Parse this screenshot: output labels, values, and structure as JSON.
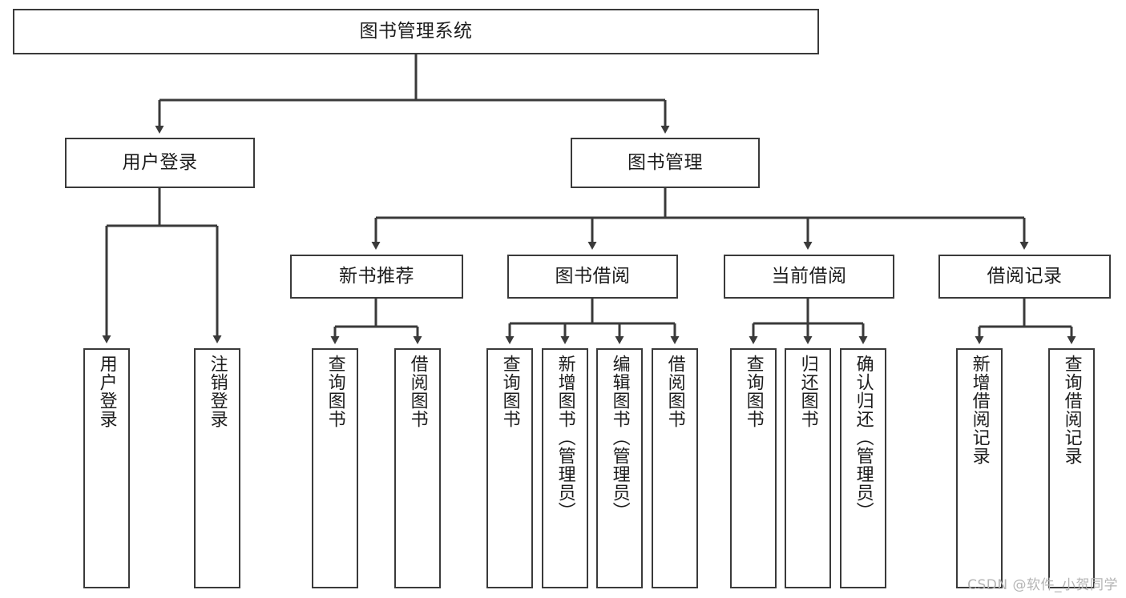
{
  "diagram": {
    "type": "tree-hierarchy",
    "title": "图书管理系统",
    "background_color": "#ffffff",
    "line_color": "#3a3a3a",
    "text_color": "#1d1d1d",
    "root": {
      "label": "图书管理系统"
    },
    "level1": [
      {
        "label": "用户登录"
      },
      {
        "label": "图书管理"
      }
    ],
    "level2": [
      {
        "label": "新书推荐"
      },
      {
        "label": "图书借阅"
      },
      {
        "label": "当前借阅"
      },
      {
        "label": "借阅记录"
      }
    ],
    "leaves": {
      "user_login": [
        {
          "label": "用户登录"
        },
        {
          "label": "注销登录"
        }
      ],
      "new_book_recommend": [
        {
          "label": "查询图书"
        },
        {
          "label": "借阅图书"
        }
      ],
      "book_borrow": [
        {
          "label": "查询图书"
        },
        {
          "label": "新增图书（管理员）"
        },
        {
          "label": "编辑图书（管理员）"
        },
        {
          "label": "借阅图书"
        }
      ],
      "current_borrow": [
        {
          "label": "查询图书"
        },
        {
          "label": "归还图书"
        },
        {
          "label": "确认归还（管理员）"
        }
      ],
      "borrow_record": [
        {
          "label": "新增借阅记录"
        },
        {
          "label": "查询借阅记录"
        }
      ]
    }
  },
  "watermark": {
    "text": "CSDN @软件_小贺同学"
  }
}
